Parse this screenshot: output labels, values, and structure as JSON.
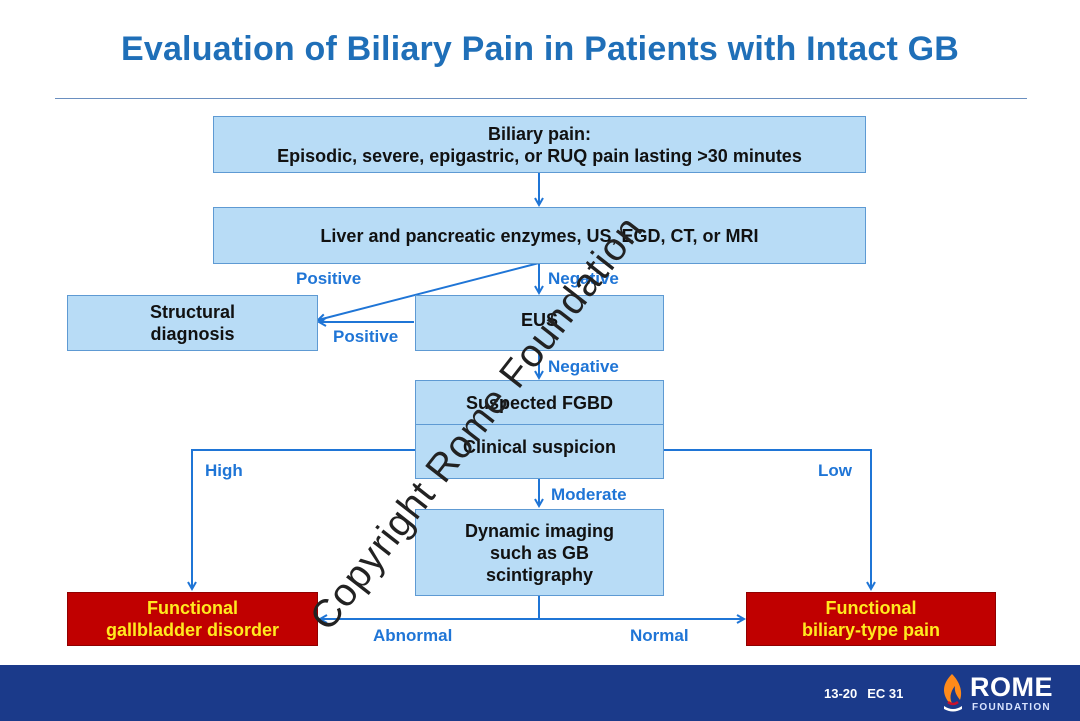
{
  "slide": {
    "title": "Evaluation of Biliary Pain in Patients with Intact GB"
  },
  "flow": {
    "biliary_pain_line1": "Biliary pain:",
    "biliary_pain_line2": "Episodic, severe, epigastric, or RUQ pain lasting >30 minutes",
    "workup": "Liver and pancreatic enzymes, US, EGD, CT, or MRI",
    "structural_line1": "Structural",
    "structural_line2": "diagnosis",
    "eus": "EUS",
    "suspected": "Suspected FGBD",
    "clinical": "Clinical suspicion",
    "imaging_line1": "Dynamic imaging",
    "imaging_line2": "such as GB",
    "imaging_line3": "scintigraphy",
    "fgd_line1": "Functional",
    "fgd_line2": "gallbladder disorder",
    "fbp_line1": "Functional",
    "fbp_line2": "biliary-type pain"
  },
  "edges": {
    "positive_1": "Positive",
    "negative_1": "Negative",
    "positive_2": "Positive",
    "negative_2": "Negative",
    "high": "High",
    "low": "Low",
    "moderate": "Moderate",
    "abnormal": "Abnormal",
    "normal": "Normal"
  },
  "watermark": "Copyright Rome Foundation",
  "footer": {
    "slide_ref_1": "13-20",
    "slide_ref_2": "EC 31",
    "logo_text": "ROME",
    "logo_sub": "FOUNDATION"
  },
  "colors": {
    "title_blue": "#1f6fb8",
    "box_fill": "#b8dcf6",
    "outcome_red": "#c00000",
    "outcome_text": "#ffea1f",
    "edge_blue": "#1f75d6",
    "footer_navy": "#1b3a8a"
  }
}
